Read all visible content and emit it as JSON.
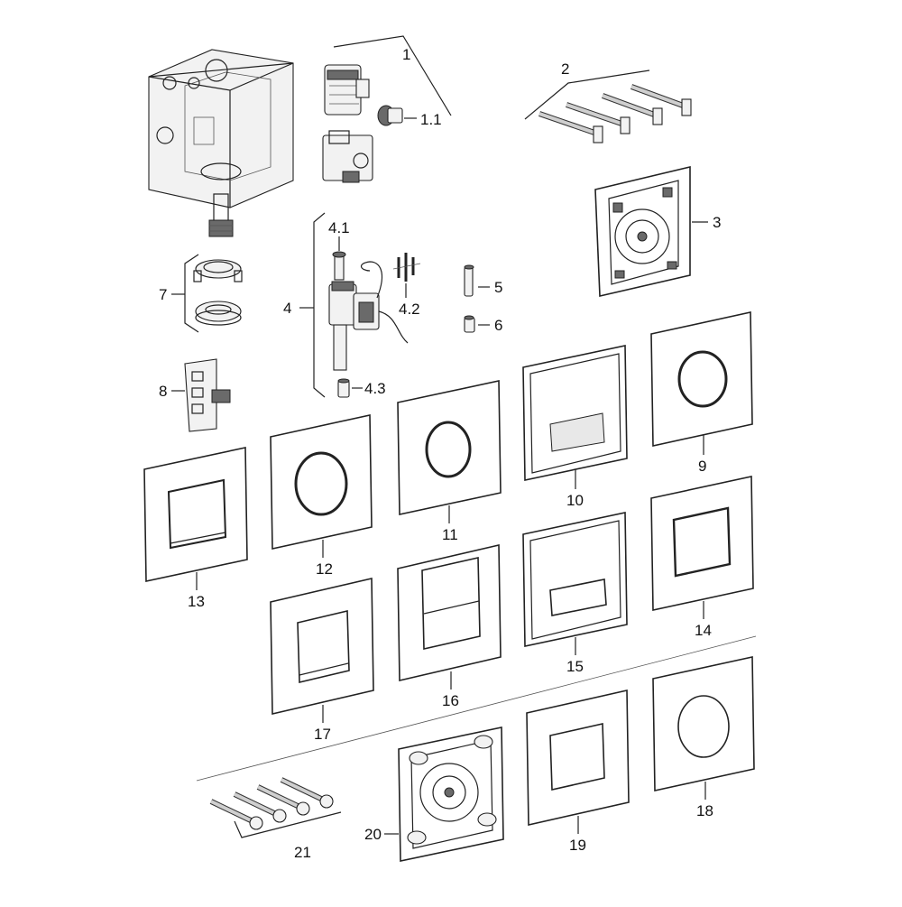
{
  "labels": {
    "p1": "1",
    "p1_1": "1.1",
    "p2": "2",
    "p3": "3",
    "p4": "4",
    "p4_1": "4.1",
    "p4_2": "4.2",
    "p4_3": "4.3",
    "p5": "5",
    "p6": "6",
    "p7": "7",
    "p8": "8",
    "p9": "9",
    "p10": "10",
    "p11": "11",
    "p12": "12",
    "p13": "13",
    "p14": "14",
    "p15": "15",
    "p16": "16",
    "p17": "17",
    "p18": "18",
    "p19": "19",
    "p20": "20",
    "p21": "21"
  }
}
